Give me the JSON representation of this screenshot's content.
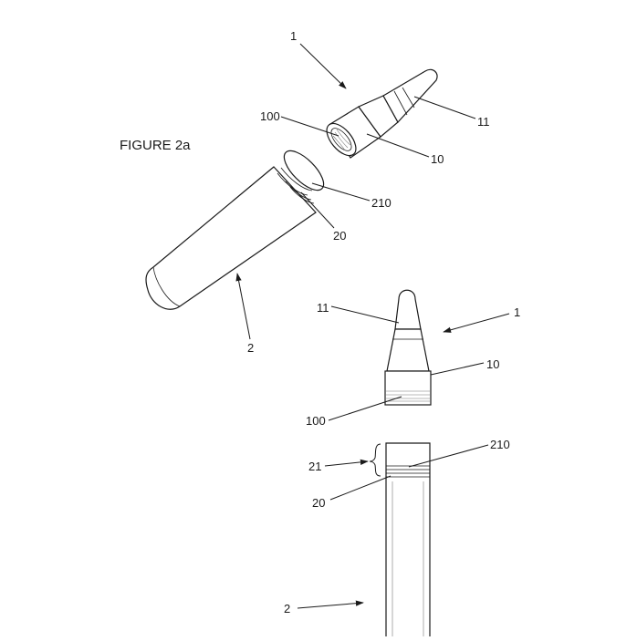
{
  "figure": {
    "title": "FIGURE 2a"
  },
  "upper_view": {
    "labels": {
      "assembly_1": "1",
      "tip_11": "11",
      "thread_100": "100",
      "cap_10": "10",
      "ring_210": "210",
      "neck_20": "20",
      "tube_2": "2"
    }
  },
  "lower_view": {
    "labels": {
      "tip_11": "11",
      "assembly_1": "1",
      "cap_10": "10",
      "thread_100": "100",
      "ring_210": "210",
      "neck_21": "21",
      "neck_20": "20",
      "tube_2": "2"
    }
  }
}
